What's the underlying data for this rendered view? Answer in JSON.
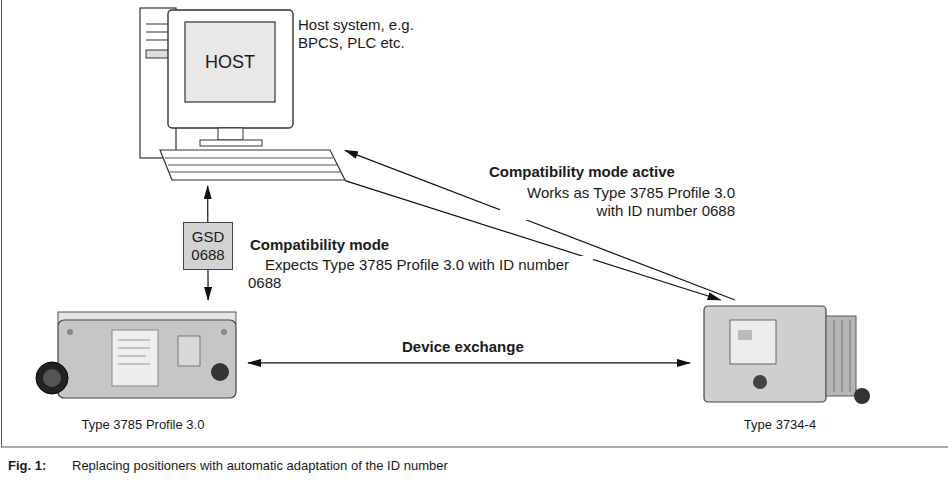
{
  "diagram": {
    "caption": "Replacing positioners with automatic adaptation of the ID number",
    "nodes": [
      {
        "text": [
          "HOST"
        ]
      },
      {
        "text": [
          "Type 3785 Profile 3.0"
        ]
      },
      {
        "text": [
          "Type 3734-4"
        ]
      }
    ],
    "edges": [
      {
        "from": 2,
        "to": 0,
        "arrow": "to",
        "label": "Compatibility mode active"
      },
      {
        "from": 0,
        "to": 2,
        "arrow": "to",
        "label": "Compatibility mode"
      },
      {
        "from": 0,
        "to": 1,
        "arrow": "both",
        "label": "GSD 0688"
      },
      {
        "from": 1,
        "to": 2,
        "arrow": "both",
        "label": "Device exchange"
      }
    ],
    "labels": [
      "Host system, e.g. BPCS, PLC etc.",
      "Works as Type 3785 Profile 3.0 with ID number 0688",
      "Expects Type 3785 Profile 3.0 with ID number 0688",
      "Fig. 1:"
    ]
  }
}
